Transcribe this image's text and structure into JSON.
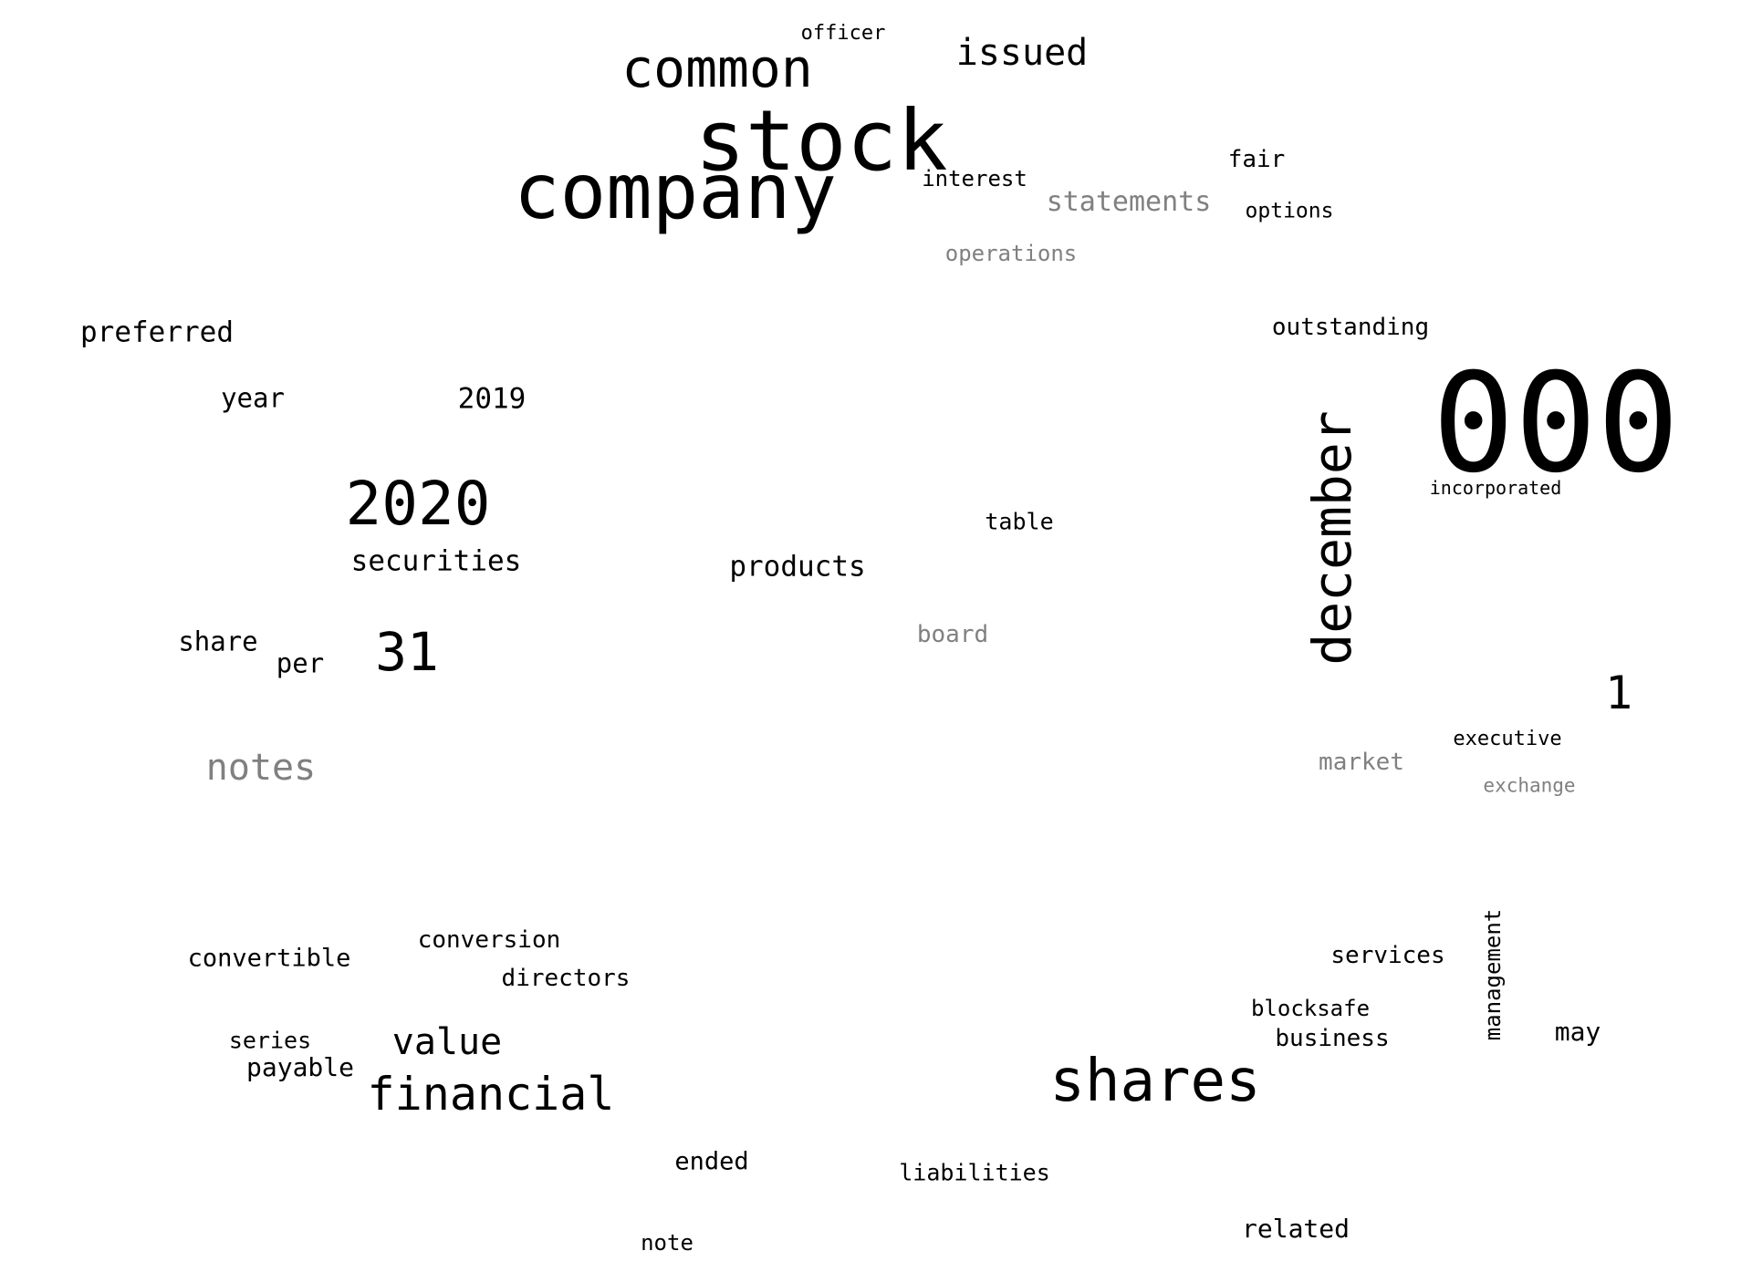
{
  "words": [
    {
      "text": "stock"
    },
    {
      "text": "company"
    },
    {
      "text": "000"
    },
    {
      "text": "common"
    },
    {
      "text": "issued"
    },
    {
      "text": "2020"
    },
    {
      "text": "31"
    },
    {
      "text": "shares"
    },
    {
      "text": "financial"
    },
    {
      "text": "december"
    },
    {
      "text": "value"
    },
    {
      "text": "preferred"
    },
    {
      "text": "securities"
    },
    {
      "text": "2019"
    },
    {
      "text": "notes"
    },
    {
      "text": "products"
    },
    {
      "text": "share"
    },
    {
      "text": "convertible"
    },
    {
      "text": "statements"
    },
    {
      "text": "outstanding"
    },
    {
      "text": "interest"
    },
    {
      "text": "year"
    },
    {
      "text": "per"
    },
    {
      "text": "1"
    },
    {
      "text": "directors"
    },
    {
      "text": "conversion"
    },
    {
      "text": "payable"
    },
    {
      "text": "may"
    },
    {
      "text": "related"
    },
    {
      "text": "services"
    },
    {
      "text": "business"
    },
    {
      "text": "series"
    },
    {
      "text": "options"
    },
    {
      "text": "fair"
    },
    {
      "text": "market"
    },
    {
      "text": "exchange"
    },
    {
      "text": "executive"
    },
    {
      "text": "board"
    },
    {
      "text": "table"
    },
    {
      "text": "operations"
    },
    {
      "text": "blocksafe"
    },
    {
      "text": "officer"
    },
    {
      "text": "liabilities"
    },
    {
      "text": "ended"
    },
    {
      "text": "note"
    },
    {
      "text": "incorporated"
    },
    {
      "text": "management"
    },
    {
      "text": "december"
    }
  ]
}
